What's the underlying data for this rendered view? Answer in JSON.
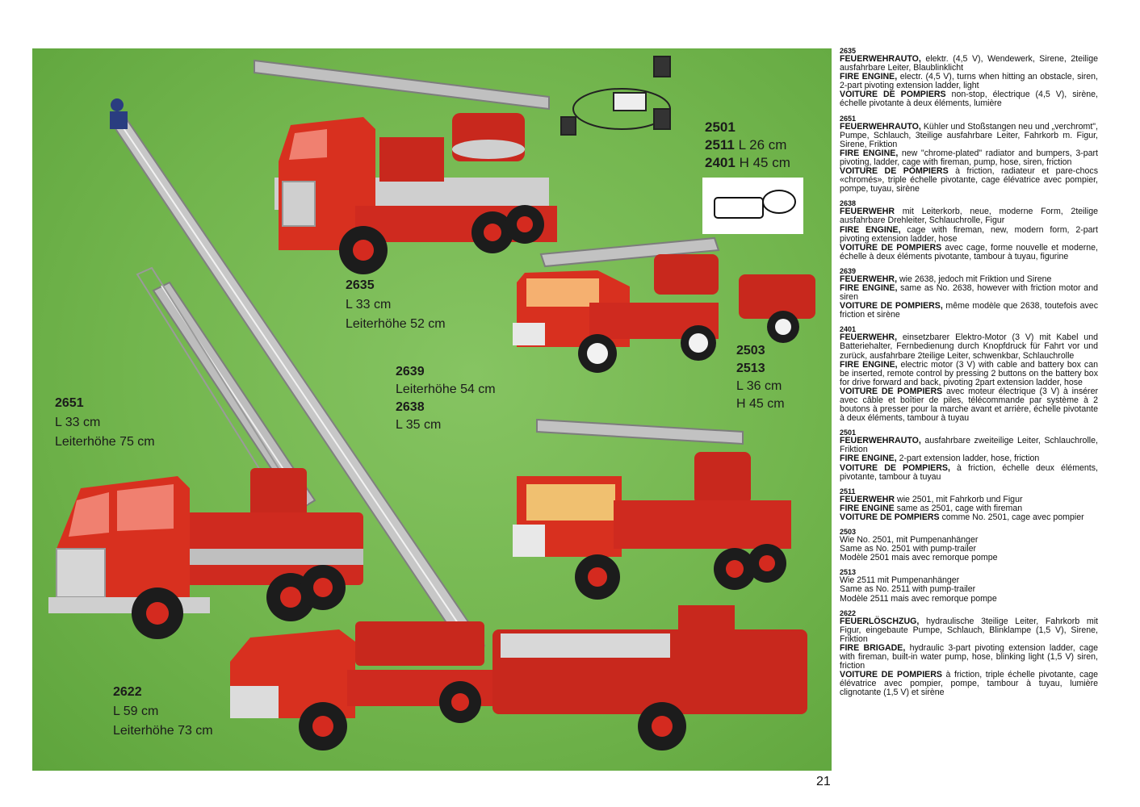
{
  "photo_labels": [
    {
      "id": "2635",
      "num": "2635",
      "lines": [
        "L 33 cm",
        "Leiterhöhe 52 cm"
      ]
    },
    {
      "id": "2501",
      "num": "",
      "lines": []
    },
    {
      "id": "2651",
      "num": "2651",
      "lines": [
        "L 33 cm",
        "Leiterhöhe 75 cm"
      ]
    },
    {
      "id": "2639",
      "num": "2639",
      "lines": [
        "Leiterhöhe 54 cm"
      ]
    },
    {
      "id": "2638",
      "num": "2638",
      "lines": [
        "L 35 cm"
      ]
    },
    {
      "id": "2503",
      "num": "2503",
      "lines": []
    },
    {
      "id": "2513",
      "num": "2513",
      "lines": [
        "L 36 cm",
        "H 45 cm"
      ]
    },
    {
      "id": "2622",
      "num": "2622",
      "lines": [
        "L 59 cm",
        "Leiterhöhe 73 cm"
      ]
    }
  ],
  "stack_2501": {
    "l1": "2501",
    "l2": "2511",
    "l2v": "L 26 cm",
    "l3": "2401",
    "l3v": "H 45 cm"
  },
  "entries": [
    {
      "code": "2635",
      "paras": [
        {
          "b": "FEUERWEHRAUTO,",
          "t": " elektr. (4,5 V), Wendewerk, Sirene, 2teilige ausfahrbare Leiter, Blaublinklicht"
        },
        {
          "b": "FIRE ENGINE,",
          "t": " electr. (4,5 V), turns when hitting an obstacle, siren, 2-part pivoting extension ladder, light"
        },
        {
          "b": "VOITURE DE POMPIERS",
          "t": " non-stop, électrique (4,5 V), sirène, échelle pivotante à deux éléments, lumière"
        }
      ]
    },
    {
      "code": "2651",
      "paras": [
        {
          "b": "FEUERWEHRAUTO,",
          "t": " Kühler und Stoßstangen neu und „verchromt\", Pumpe, Schlauch, 3teilige ausfahrbare Leiter, Fahrkorb m. Figur, Sirene, Friktion"
        },
        {
          "b": "FIRE ENGINE,",
          "t": " new \"chrome-plated\" radiator and bumpers, 3-part pivoting, ladder, cage with fireman, pump, hose, siren, friction"
        },
        {
          "b": "VOITURE DE POMPIERS",
          "t": " à friction, radiateur et pare-chocs «chromés», triple échelle pivotante, cage élévatrice avec pompier, pompe, tuyau, sirène"
        }
      ]
    },
    {
      "code": "2638",
      "paras": [
        {
          "b": "FEUERWEHR",
          "t": " mit Leiterkorb, neue, moderne Form, 2teilige ausfahrbare Drehleiter, Schlauchrolle, Figur"
        },
        {
          "b": "FIRE ENGINE,",
          "t": " cage with fireman, new, modern form, 2-part pivoting extension ladder, hose"
        },
        {
          "b": "VOITURE DE POMPIERS",
          "t": " avec cage, forme nouvelle et moderne, échelle à deux éléments pivotante, tambour à tuyau, figurine"
        }
      ]
    },
    {
      "code": "2639",
      "paras": [
        {
          "b": "FEUERWEHR,",
          "t": " wie 2638, jedoch mit Friktion und Sirene"
        },
        {
          "b": "FIRE ENGINE,",
          "t": " same as No. 2638, however with friction motor and siren"
        },
        {
          "b": "VOITURE DE POMPIERS,",
          "t": " même modèle que 2638, toutefois avec friction et sirène"
        }
      ]
    },
    {
      "code": "2401",
      "paras": [
        {
          "b": "FEUERWEHR,",
          "t": " einsetzbarer Elektro-Motor (3 V) mit Kabel und Batteriehalter, Fernbedienung durch Knopfdruck für Fahrt vor und zurück, ausfahrbare 2teilige Leiter, schwenkbar, Schlauchrolle"
        },
        {
          "b": "FIRE ENGINE,",
          "t": " electric motor (3 V) with cable and battery box can be inserted, remote control by pressing 2 buttons on the battery box for drive forward and back, pivoting 2part extension ladder, hose"
        },
        {
          "b": "VOITURE DE POMPIERS",
          "t": " avec moteur électrique (3 V) à insérer avec câble et boîtier de piles, télécommande par système à 2 boutons à presser pour la marche avant et arrière, échelle pivotante à deux éléments, tambour à tuyau"
        }
      ]
    },
    {
      "code": "2501",
      "paras": [
        {
          "b": "FEUERWEHRAUTO,",
          "t": " ausfahrbare zweiteilige Leiter, Schlauchrolle, Friktion"
        },
        {
          "b": "FIRE ENGINE,",
          "t": " 2-part extension ladder, hose, friction"
        },
        {
          "b": "VOITURE DE POMPIERS,",
          "t": " à friction, échelle deux éléments, pivotante, tambour à tuyau"
        }
      ]
    },
    {
      "code": "2511",
      "paras": [
        {
          "b": "FEUERWEHR",
          "t": " wie 2501, mit Fahrkorb und Figur"
        },
        {
          "b": "FIRE ENGINE",
          "t": " same as 2501, cage with fireman"
        },
        {
          "b": "VOITURE DE POMPIERS",
          "t": " comme No. 2501, cage avec pompier"
        }
      ]
    },
    {
      "code": "2503",
      "paras": [
        {
          "b": "",
          "t": "Wie No. 2501, mit Pumpenanhänger"
        },
        {
          "b": "",
          "t": "Same as No. 2501 with pump-trailer"
        },
        {
          "b": "",
          "t": "Modèle 2501 mais avec remorque pompe"
        }
      ]
    },
    {
      "code": "2513",
      "paras": [
        {
          "b": "",
          "t": "Wie 2511 mit Pumpenanhänger"
        },
        {
          "b": "",
          "t": "Same as No. 2511 with pump-trailer"
        },
        {
          "b": "",
          "t": "Modèle 2511 mais avec remorque pompe"
        }
      ]
    },
    {
      "code": "2622",
      "paras": [
        {
          "b": "FEUERLÖSCHZUG,",
          "t": " hydraulische 3teilige Leiter, Fahrkorb mit Figur, eingebaute Pumpe, Schlauch, Blinklampe (1,5 V), Sirene, Friktion"
        },
        {
          "b": "FIRE BRIGADE,",
          "t": " hydraulic 3-part pivoting extension ladder, cage with fireman, built-in water pump, hose, blinking light (1,5 V) siren, friction"
        },
        {
          "b": "VOITURE DE POMPIERS",
          "t": " à friction, triple échelle pivotante, cage élévatrice avec pompier, pompe, tambour à tuyau, lumière clignotante (1,5 V) et sirène"
        }
      ]
    }
  ],
  "page_number": "21",
  "colors": {
    "background": "#72b54d",
    "truck_red": "#d42a1f",
    "ladder_silver": "#c9c9c9",
    "text": "#111111"
  }
}
